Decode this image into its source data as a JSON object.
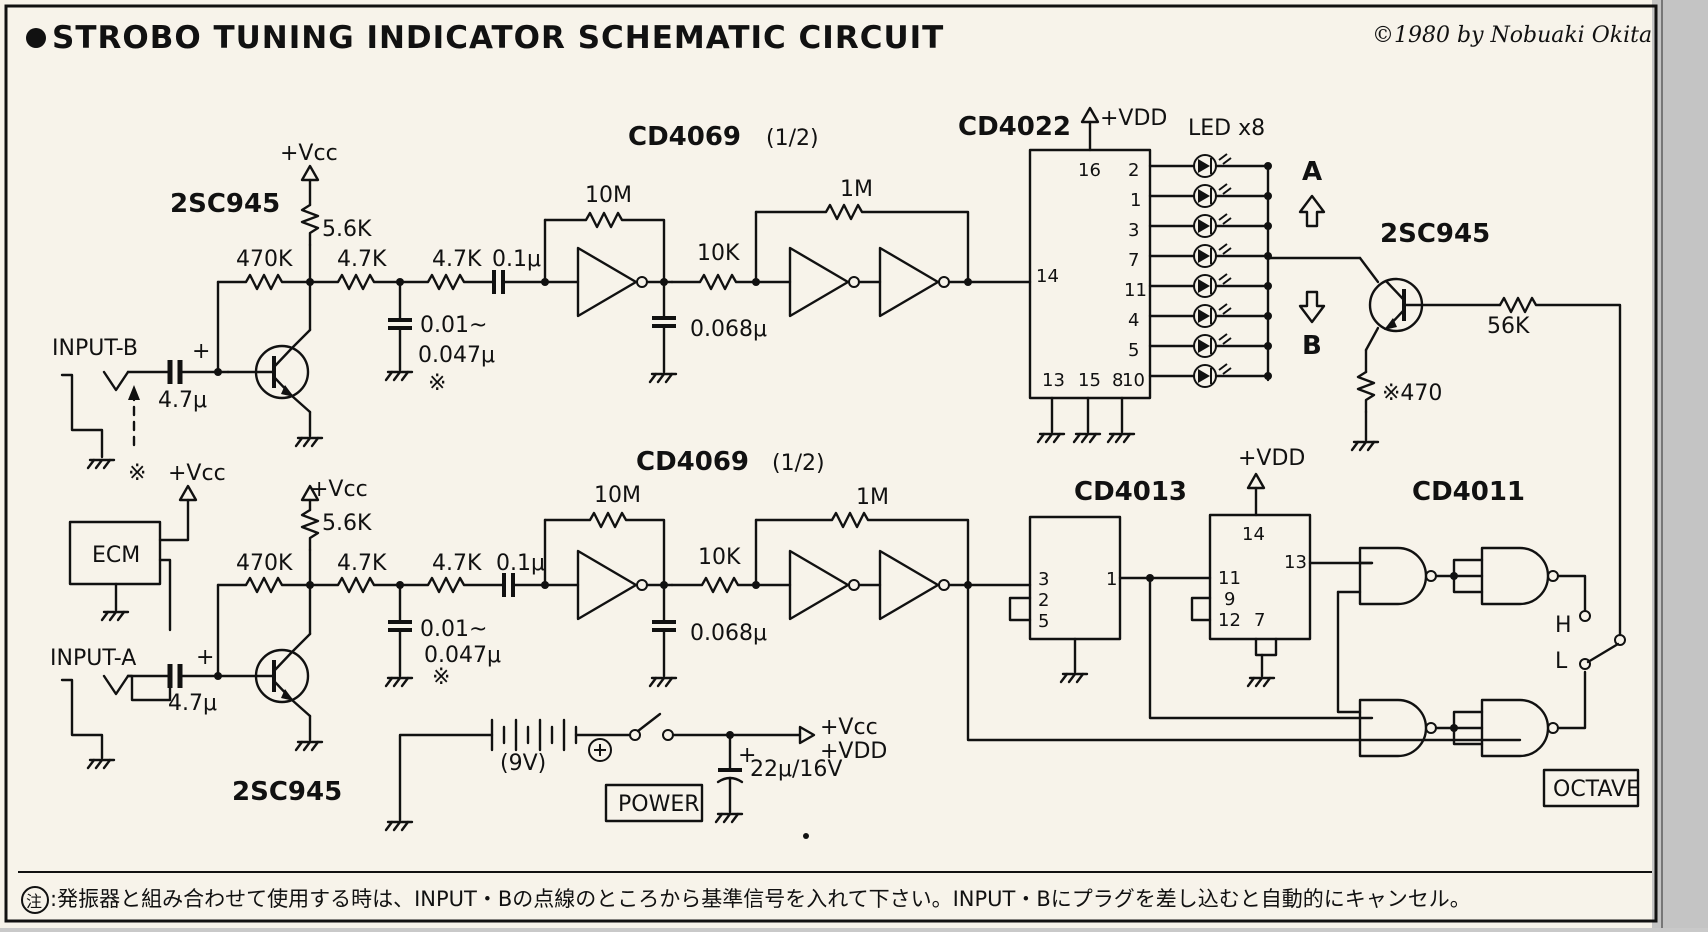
{
  "title": "STROBO TUNING INDICATOR SCHEMATIC CIRCUIT",
  "copyright": "©1980 by Nobuaki Okita",
  "footnote": {
    "mark": "注",
    "text": ":発振器と組み合わせて使用する時は、INPUT・Bの点線のところから基準信号を入れて下さい。INPUT・Bにプラグを差し込むと自動的にキャンセル。"
  },
  "labels": {
    "vcc": "+Vcc",
    "vdd": "+VDD",
    "tr_top": "2SC945",
    "tr_bottom": "2SC945",
    "tr_driver": "2SC945",
    "r_5k6": "5.6K",
    "r_470k": "470K",
    "r_4k7": "4.7K",
    "c_0u1": "0.1μ",
    "c_001": "0.01~",
    "c_0047": "0.047μ",
    "c_4u7": "4.7μ",
    "c_0068": "0.068μ",
    "r_10m": "10M",
    "r_10k": "10K",
    "r_1m": "1M",
    "r_56k": "56K",
    "r_470": "※470",
    "asterisk": "※",
    "plus": "+",
    "ic_inv": "CD4069",
    "ic_inv_half": "(1/2)",
    "ic_counter": "CD4022",
    "ic_ff": "CD4013",
    "ic_nand": "CD4011",
    "led": "LED x8",
    "input_b": "INPUT-B",
    "input_a": "INPUT-A",
    "ecm": "ECM",
    "arrow_a": "A",
    "arrow_b": "B",
    "battery": "(9V)",
    "power": "POWER",
    "c_22u": "22μ/16V",
    "octave": "OCTAVE",
    "sw_h": "H",
    "sw_l": "L",
    "pins_4022": [
      "16",
      "2",
      "1",
      "3",
      "7",
      "11",
      "4",
      "5",
      "10",
      "14",
      "13",
      "15",
      "8"
    ],
    "pins_4013": [
      "3",
      "2",
      "5",
      "1"
    ],
    "pins_4013b": [
      "14",
      "13",
      "11",
      "9",
      "12",
      "7"
    ]
  }
}
